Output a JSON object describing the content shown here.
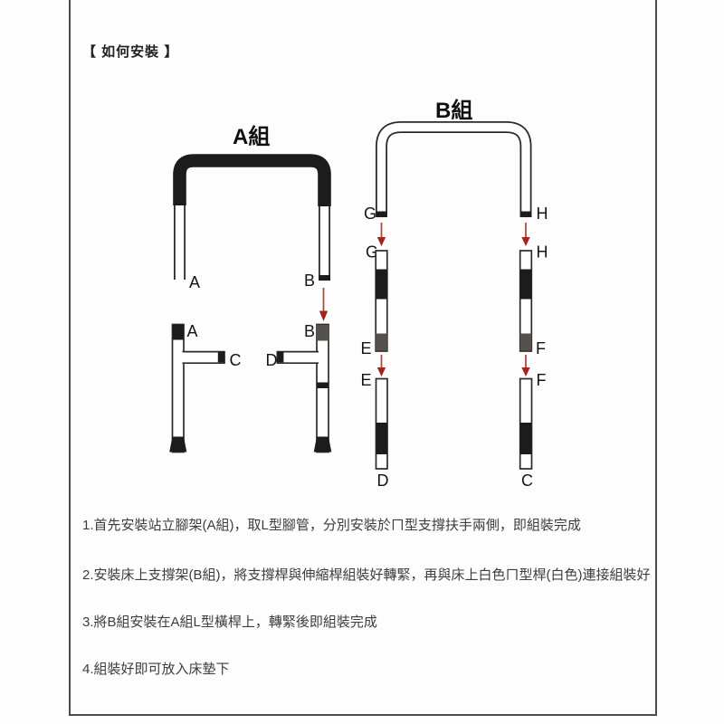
{
  "page": {
    "title": "【 如何安裝 】",
    "border_color": "#4d4d4d"
  },
  "diagram": {
    "colors": {
      "black_part": "#1c1c1c",
      "gray_part": "#55514c",
      "arrow_red": "#a3241a"
    },
    "group_a": {
      "title": "A組",
      "frame": {
        "left_leg_label": "A",
        "right_leg_label": "B"
      },
      "left_pipe": {
        "top_label": "A",
        "arm_label": "C"
      },
      "right_pipe": {
        "top_label": "B",
        "arm_label": "D"
      }
    },
    "group_b": {
      "title": "B組",
      "frame": {
        "left_leg_label": "G",
        "right_leg_label": "H"
      },
      "left_upper_pipe": {
        "top_label": "G",
        "bottom_label": "E"
      },
      "right_upper_pipe": {
        "top_label": "H",
        "bottom_label": "F"
      },
      "left_lower_pipe": {
        "top_label": "E",
        "bottom_label": "D"
      },
      "right_lower_pipe": {
        "top_label": "F",
        "bottom_label": "C"
      }
    }
  },
  "instructions": {
    "steps": [
      "1.首先安裝站立腳架(A組)，取L型腳管，分別安裝於ㄇ型支撐扶手兩側，即組裝完成",
      "2.安裝床上支撐架(B組)，將支撐桿與伸縮桿組裝好轉緊，再與床上白色ㄇ型桿(白色)連接組裝好",
      "3.將B組安裝在A組L型橫桿上，轉緊後即組裝完成",
      "4.組裝好即可放入床墊下"
    ]
  }
}
